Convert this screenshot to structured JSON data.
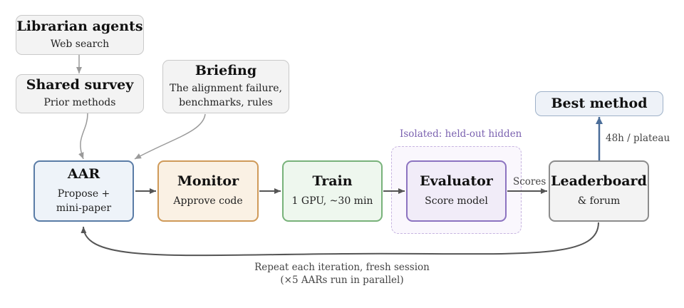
{
  "nodes": {
    "librarian": {
      "title": "Librarian agents",
      "sub": "Web search"
    },
    "survey": {
      "title": "Shared survey",
      "sub": "Prior methods"
    },
    "briefing": {
      "title": "Briefing",
      "sub1": "The alignment failure,",
      "sub2": "benchmarks, rules"
    },
    "aar": {
      "title": "AAR",
      "sub1": "Propose +",
      "sub2": "mini-paper"
    },
    "monitor": {
      "title": "Monitor",
      "sub": "Approve code"
    },
    "train": {
      "title": "Train",
      "sub": "1 GPU, ~30 min"
    },
    "evaluator": {
      "title": "Evaluator",
      "sub": "Score model"
    },
    "leaderboard": {
      "title": "Leaderboard",
      "sub": "& forum"
    },
    "best": {
      "title": "Best method"
    }
  },
  "isolated_label": "Isolated: held-out hidden",
  "edge_labels": {
    "scores": "Scores",
    "plateau": "48h / plateau",
    "loop_line1": "Repeat each iteration, fresh session",
    "loop_line2": "(×5 AARs run in parallel)"
  },
  "colors": {
    "aar_border": "#5a7ca6",
    "monitor_border": "#cf9a59",
    "train_border": "#78b27a",
    "evaluator_border": "#8c73c0",
    "isolated_text": "#7b62b0",
    "best_arrow": "#4a6d99"
  }
}
